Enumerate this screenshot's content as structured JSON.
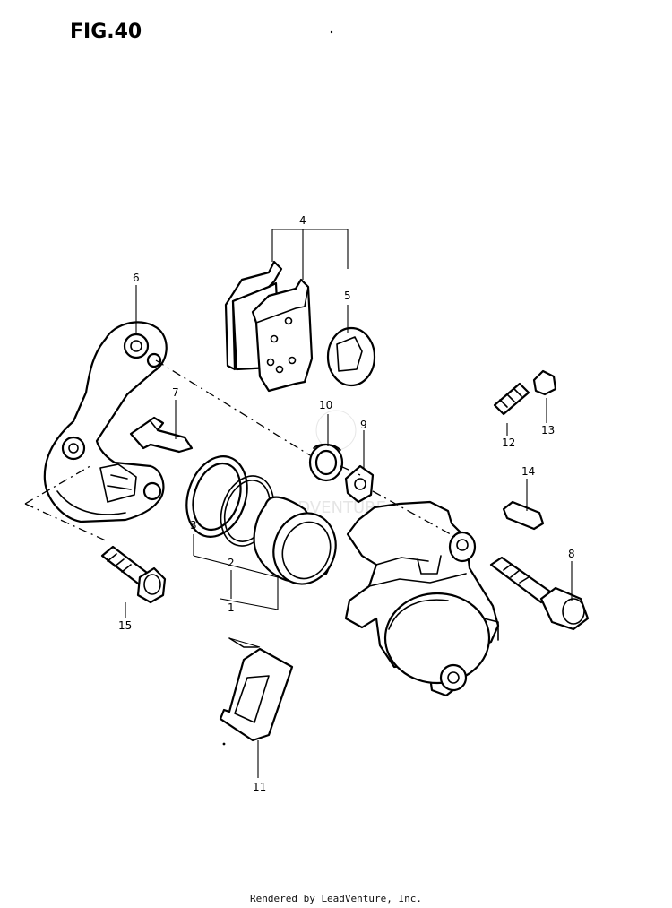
{
  "figure": {
    "title": "FIG.40"
  },
  "callouts": {
    "c1": "1",
    "c2": "2",
    "c3": "3",
    "c4": "4",
    "c5": "5",
    "c6": "6",
    "c7": "7",
    "c8": "8",
    "c9": "9",
    "c10": "10",
    "c11": "11",
    "c12": "12",
    "c13": "13",
    "c14": "14",
    "c15": "15"
  },
  "footer": {
    "text": "Rendered by LeadVenture, Inc."
  }
}
